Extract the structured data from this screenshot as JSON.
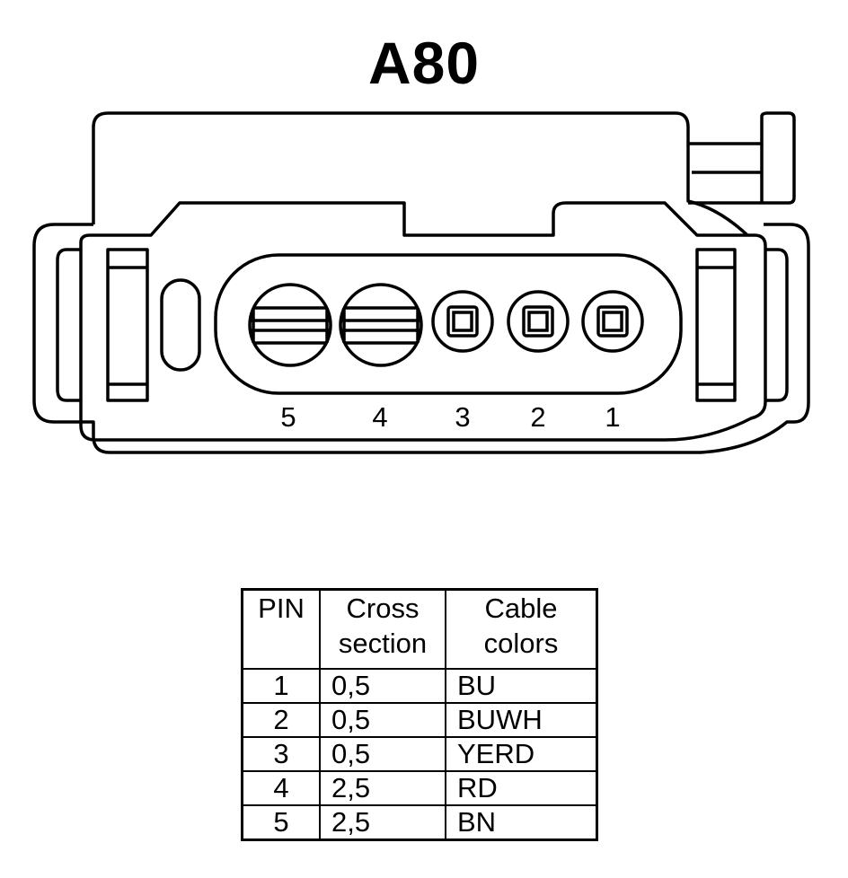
{
  "title": "A80",
  "connector": {
    "pin_labels": [
      "5",
      "4",
      "3",
      "2",
      "1"
    ]
  },
  "table": {
    "headers": {
      "pin": "PIN",
      "cross_section": [
        "Cross",
        "section"
      ],
      "cable_colors": [
        "Cable",
        "colors"
      ]
    },
    "rows": [
      {
        "pin": "1",
        "cross_section": "0,5",
        "color": "BU"
      },
      {
        "pin": "2",
        "cross_section": "0,5",
        "color": "BUWH"
      },
      {
        "pin": "3",
        "cross_section": "0,5",
        "color": "YERD"
      },
      {
        "pin": "4",
        "cross_section": "2,5",
        "color": "RD"
      },
      {
        "pin": "5",
        "cross_section": "2,5",
        "color": "BN"
      }
    ]
  }
}
